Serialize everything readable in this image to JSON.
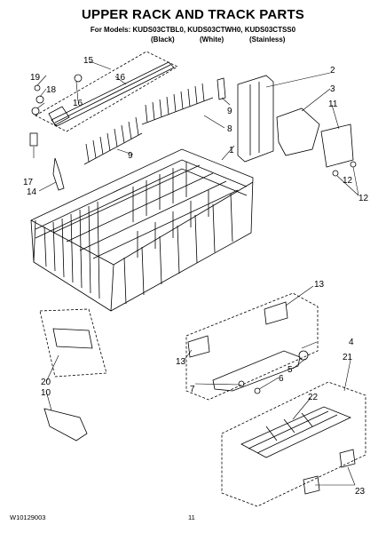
{
  "header": {
    "title": "UPPER RACK AND TRACK PARTS",
    "models": "For Models: KUDS03CTBL0, KUDS03CTWH0, KUDS03CTSS0",
    "variants": [
      "(Black)",
      "(White)",
      "(Stainless)"
    ]
  },
  "footer": {
    "doc_number": "W10129003",
    "page_number": "11"
  },
  "callouts": [
    "1",
    "2",
    "3",
    "4",
    "5",
    "6",
    "7",
    "8",
    "9",
    "9",
    "10",
    "11",
    "12",
    "12",
    "13",
    "13",
    "14",
    "15",
    "16",
    "16",
    "17",
    "18",
    "19",
    "20",
    "21",
    "22",
    "23"
  ]
}
